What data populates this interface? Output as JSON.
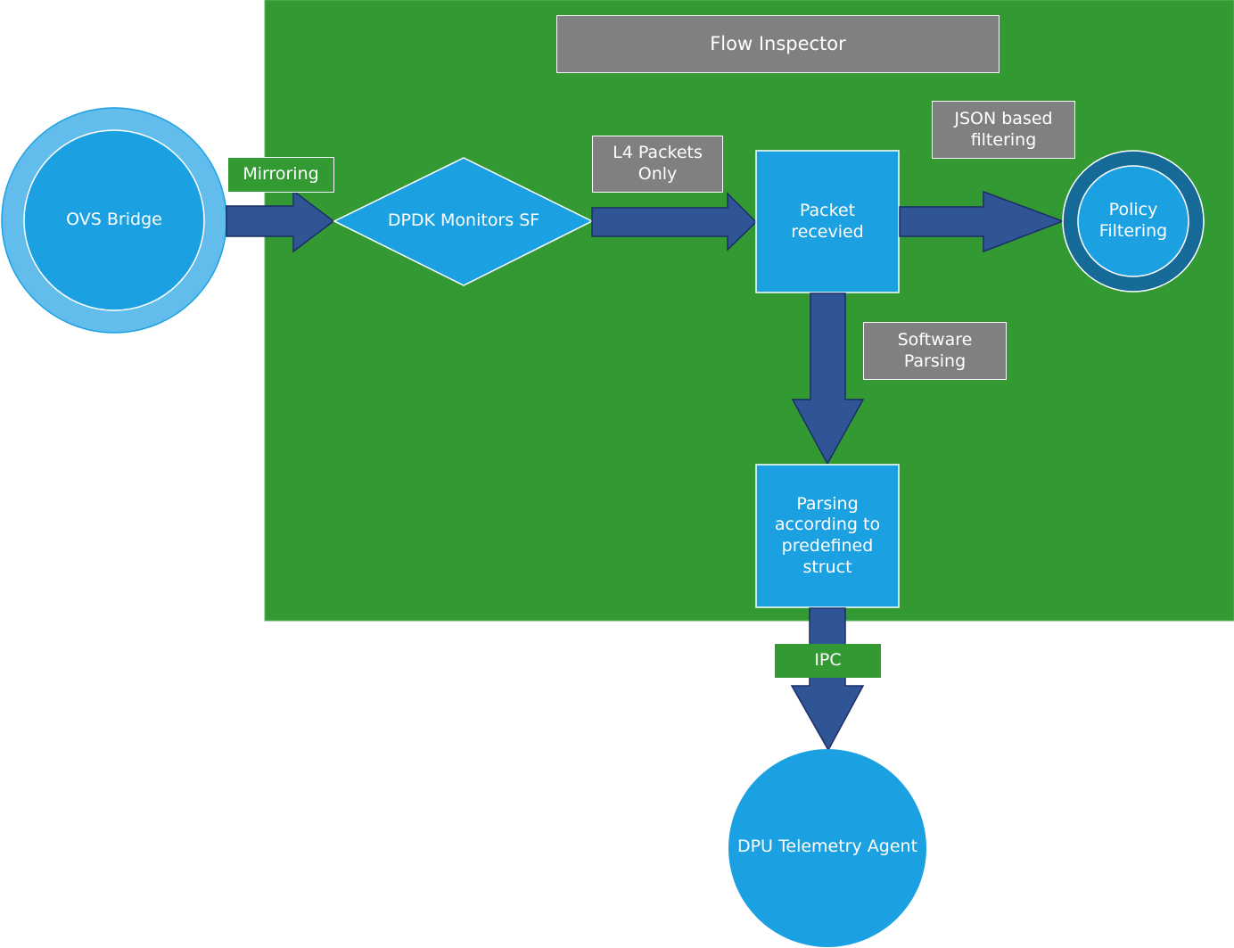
{
  "colors": {
    "container_green": "#339933",
    "node_blue": "#1ba1e2",
    "outer_ring_light": "#63bdec",
    "outer_ring_dark": "#156a97",
    "arrow_fill": "#2f5597",
    "arrow_stroke": "#1b2e66",
    "label_gray": "#808080",
    "text": "#ffffff"
  },
  "container": {
    "title": "Flow Inspector"
  },
  "nodes": {
    "ovs_bridge": {
      "label": "OVS Bridge",
      "shape": "double-circle"
    },
    "dpdk_monitor": {
      "label": "DPDK Monitors SF",
      "shape": "diamond"
    },
    "packet_received": {
      "label": "Packet\nrecevied",
      "shape": "square"
    },
    "policy_filtering": {
      "label": "Policy\nFiltering",
      "shape": "double-circle"
    },
    "parsing": {
      "label": "Parsing\naccording to\npredefined\nstruct",
      "shape": "square"
    },
    "telemetry_agent": {
      "label": "DPU Telemetry Agent",
      "shape": "circle"
    }
  },
  "edge_labels": {
    "mirroring": "Mirroring",
    "l4_packets": "L4 Packets\nOnly",
    "json_filtering": "JSON based\nfiltering",
    "software_parsing": "Software\nParsing",
    "ipc": "IPC"
  },
  "edges": [
    {
      "from": "ovs_bridge",
      "to": "dpdk_monitor",
      "label": "Mirroring"
    },
    {
      "from": "dpdk_monitor",
      "to": "packet_received",
      "label": "L4 Packets Only"
    },
    {
      "from": "packet_received",
      "to": "policy_filtering",
      "label": "JSON based filtering"
    },
    {
      "from": "packet_received",
      "to": "parsing",
      "label": "Software Parsing"
    },
    {
      "from": "parsing",
      "to": "telemetry_agent",
      "label": "IPC"
    }
  ]
}
